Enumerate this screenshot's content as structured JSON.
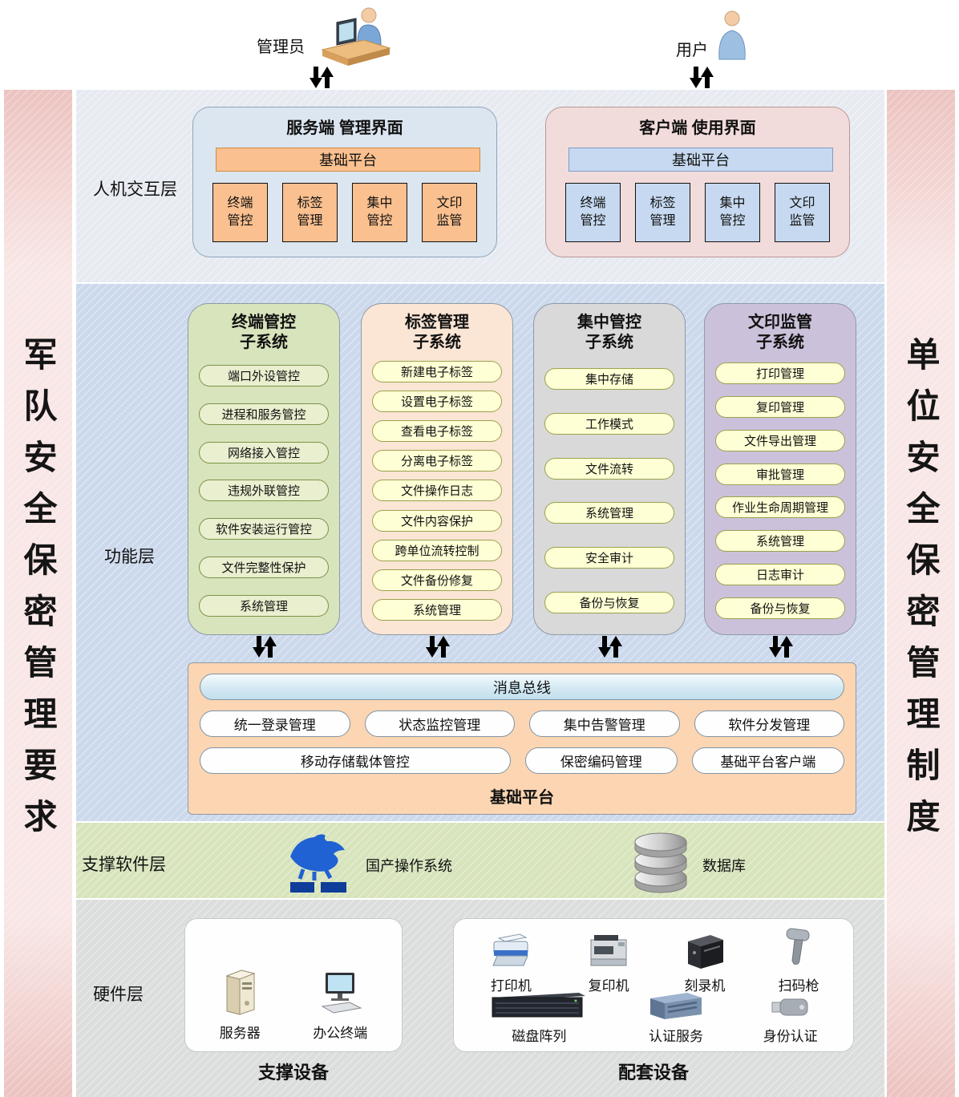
{
  "colors": {
    "server_panel": "#dce6f1",
    "server_module": "#fac08f",
    "client_panel": "#f2dcdb",
    "client_module": "#c6d9f0",
    "subsystem_terminal": "#d7e4bc",
    "subsystem_label": "#fbe5d5",
    "subsystem_central": "#d9d9d9",
    "subsystem_print": "#ccc1da",
    "platform_panel": "#fcd5b2",
    "bus_pill": "#d3e9f3",
    "item_pill": "#feffd5",
    "banner_pink": "#f3d9d7",
    "function_band": "#ccd9ec",
    "software_band": "#d7e4bc",
    "hardware_band": "#dcdddd"
  },
  "icons": {
    "admin": "admin-workstation-icon",
    "user": "person-icon",
    "arrows": "double-arrow-updown-icon",
    "os": "uniontech-logo",
    "database": "database-cylinders-icon",
    "server": "server-tower-icon",
    "terminal": "desktop-computer-icon",
    "printer": "printer-icon",
    "copier": "copier-icon",
    "burner": "disc-burner-icon",
    "scanner": "barcode-scanner-icon",
    "disk_array": "disk-array-icon",
    "auth_service": "auth-server-icon",
    "usb_key": "usb-key-icon"
  },
  "actors": {
    "admin_label": "管理员",
    "user_label": "用户"
  },
  "banner_left": "军队安全保密管理要求",
  "banner_right": "单位安全保密管理制度",
  "interaction_layer": {
    "label": "人机交互层",
    "server": {
      "title": "服务端 管理界面",
      "platform_label": "基础平台",
      "modules": [
        {
          "line1": "终端",
          "line2": "管控"
        },
        {
          "line1": "标签",
          "line2": "管理"
        },
        {
          "line1": "集中",
          "line2": "管控"
        },
        {
          "line1": "文印",
          "line2": "监管"
        }
      ]
    },
    "client": {
      "title": "客户端 使用界面",
      "platform_label": "基础平台",
      "modules": [
        {
          "line1": "终端",
          "line2": "管控"
        },
        {
          "line1": "标签",
          "line2": "管理"
        },
        {
          "line1": "集中",
          "line2": "管控"
        },
        {
          "line1": "文印",
          "line2": "监管"
        }
      ]
    }
  },
  "function_layer": {
    "label": "功能层",
    "subsystems": [
      {
        "title_line1": "终端管控",
        "title_line2": "子系统",
        "items": [
          "端口外设管控",
          "进程和服务管控",
          "网络接入管控",
          "违规外联管控",
          "软件安装运行管控",
          "文件完整性保护",
          "系统管理"
        ]
      },
      {
        "title_line1": "标签管理",
        "title_line2": "子系统",
        "items": [
          "新建电子标签",
          "设置电子标签",
          "查看电子标签",
          "分离电子标签",
          "文件操作日志",
          "文件内容保护",
          "跨单位流转控制",
          "文件备份修复",
          "系统管理"
        ]
      },
      {
        "title_line1": "集中管控",
        "title_line2": "子系统",
        "items": [
          "集中存储",
          "工作模式",
          "文件流转",
          "系统管理",
          "安全审计",
          "备份与恢复"
        ]
      },
      {
        "title_line1": "文印监管",
        "title_line2": "子系统",
        "items": [
          "打印管理",
          "复印管理",
          "文件导出管理",
          "审批管理",
          "作业生命周期管理",
          "系统管理",
          "日志审计",
          "备份与恢复"
        ]
      }
    ],
    "platform": {
      "bus_label": "消息总线",
      "row1": [
        "统一登录管理",
        "状态监控管理",
        "集中告警管理",
        "软件分发管理"
      ],
      "row2": [
        "移动存储载体管控",
        "保密编码管理",
        "基础平台客户端"
      ],
      "label": "基础平台"
    }
  },
  "software_layer": {
    "label": "支撑软件层",
    "os_label": "国产操作系统",
    "db_label": "数据库"
  },
  "hardware_layer": {
    "label": "硬件层",
    "support_group_label": "支撑设备",
    "aux_group_label": "配套设备",
    "support_items": [
      "服务器",
      "办公终端"
    ],
    "aux_row1": [
      "打印机",
      "复印机",
      "刻录机",
      "扫码枪"
    ],
    "aux_row2": [
      "磁盘阵列",
      "认证服务",
      "身份认证"
    ]
  }
}
